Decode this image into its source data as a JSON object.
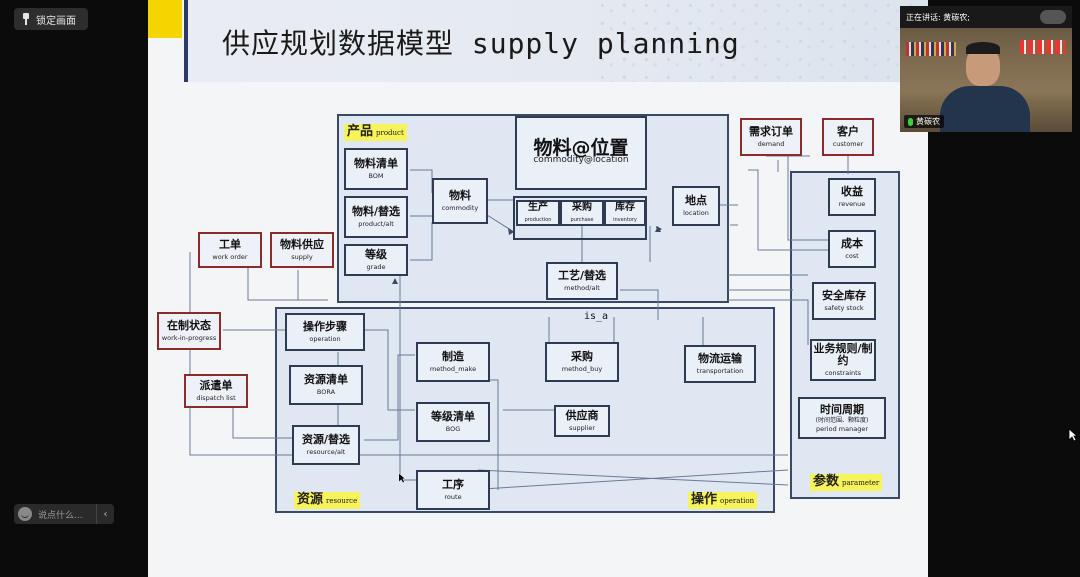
{
  "toolbar": {
    "lock_label": "锁定画面"
  },
  "chat": {
    "placeholder": "说点什么..."
  },
  "video": {
    "speaking_label": "正在讲话: 黄碳农;",
    "participant_name": "黄碳农"
  },
  "slide": {
    "title": "供应规划数据模型 supply planning",
    "isa": "is_a",
    "tags": {
      "product": {
        "zh": "产品",
        "en": "product"
      },
      "resource": {
        "zh": "资源",
        "en": "resource"
      },
      "operation": {
        "zh": "操作",
        "en": "operation"
      },
      "parameter": {
        "zh": "参数",
        "en": "parameter"
      }
    },
    "boxes": {
      "commodity_location": {
        "zh": "物料@位置",
        "en": "commodity@location"
      },
      "production": {
        "zh": "生产",
        "en": "production"
      },
      "purchase": {
        "zh": "采购",
        "en": "purchase"
      },
      "inventory": {
        "zh": "库存",
        "en": "inventory"
      },
      "bom": {
        "zh": "物料清单",
        "en": "BOM"
      },
      "product_alt": {
        "zh": "物料/替选",
        "en": "product/alt"
      },
      "commodity": {
        "zh": "物料",
        "en": "commodity"
      },
      "grade": {
        "zh": "等级",
        "en": "grade"
      },
      "location": {
        "zh": "地点",
        "en": "location"
      },
      "demand": {
        "zh": "需求订单",
        "en": "demand"
      },
      "customer": {
        "zh": "客户",
        "en": "customer"
      },
      "revenue": {
        "zh": "收益",
        "en": "revenue"
      },
      "cost": {
        "zh": "成本",
        "en": "cost"
      },
      "safety_stock": {
        "zh": "安全库存",
        "en": "safety stock"
      },
      "constraints": {
        "zh": "业务规则/制约",
        "en": "constraints"
      },
      "period_manager": {
        "zh": "时间周期",
        "sub": "(时间范围、颗粒度)",
        "en": "period manager"
      },
      "work_order": {
        "zh": "工单",
        "en": "work order"
      },
      "supply": {
        "zh": "物料供应",
        "en": "supply"
      },
      "method_alt": {
        "zh": "工艺/替选",
        "en": "method/alt"
      },
      "wip": {
        "zh": "在制状态",
        "en": "work-in-progress"
      },
      "dispatch": {
        "zh": "派遣单",
        "en": "dispatch list"
      },
      "operation_step": {
        "zh": "操作步骤",
        "en": "operation"
      },
      "bora": {
        "zh": "资源清单",
        "en": "BORA"
      },
      "resource_alt": {
        "zh": "资源/替选",
        "en": "resource/alt"
      },
      "method_make": {
        "zh": "制造",
        "en": "method_make"
      },
      "bog": {
        "zh": "等级清单",
        "en": "BOG"
      },
      "method_buy": {
        "zh": "采购",
        "en": "method_buy"
      },
      "supplier": {
        "zh": "供应商",
        "en": "supplier"
      },
      "transportation": {
        "zh": "物流运输",
        "en": "transportation"
      },
      "route": {
        "zh": "工序",
        "en": "route"
      }
    }
  }
}
